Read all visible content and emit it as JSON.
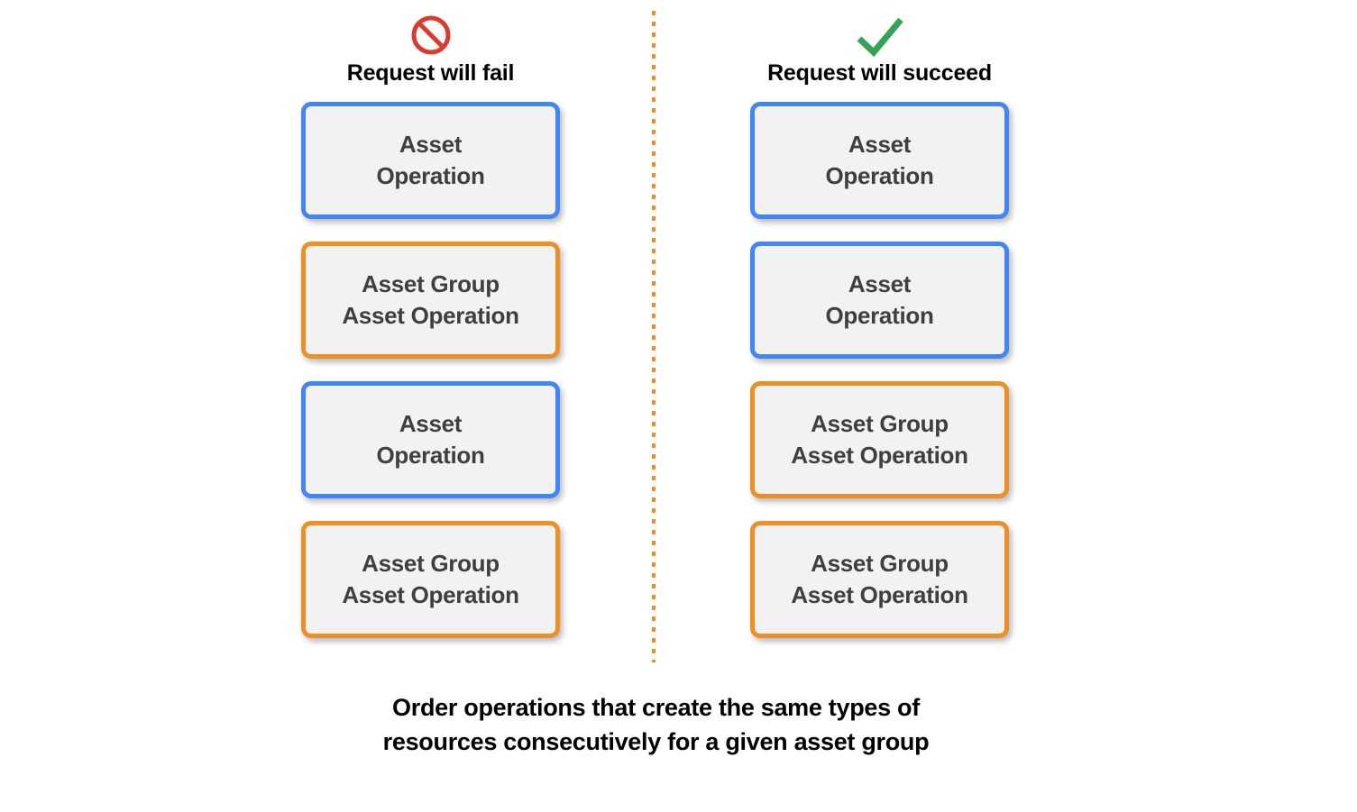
{
  "colors": {
    "blue_border": "#4285f4",
    "orange_border": "#ed8f27",
    "box_fill": "#f2f2f2",
    "box_text": "#3c4043",
    "fail_icon": "#d93b30",
    "success_icon": "#34a353",
    "divider": "#ed8f27"
  },
  "columns": [
    {
      "id": "fail",
      "icon": "prohibition-icon",
      "label": "Request will fail",
      "boxes": [
        {
          "type": "blue",
          "text": "Asset\nOperation"
        },
        {
          "type": "orange",
          "text": "Asset Group\nAsset Operation"
        },
        {
          "type": "blue",
          "text": "Asset\nOperation"
        },
        {
          "type": "orange",
          "text": "Asset Group\nAsset Operation"
        }
      ]
    },
    {
      "id": "succeed",
      "icon": "checkmark-icon",
      "label": "Request will succeed",
      "boxes": [
        {
          "type": "blue",
          "text": "Asset\nOperation"
        },
        {
          "type": "blue",
          "text": "Asset\nOperation"
        },
        {
          "type": "orange",
          "text": "Asset Group\nAsset Operation"
        },
        {
          "type": "orange",
          "text": "Asset Group\nAsset Operation"
        }
      ]
    }
  ],
  "caption": "Order operations that create the same types of\nresources consecutively for a given asset group"
}
